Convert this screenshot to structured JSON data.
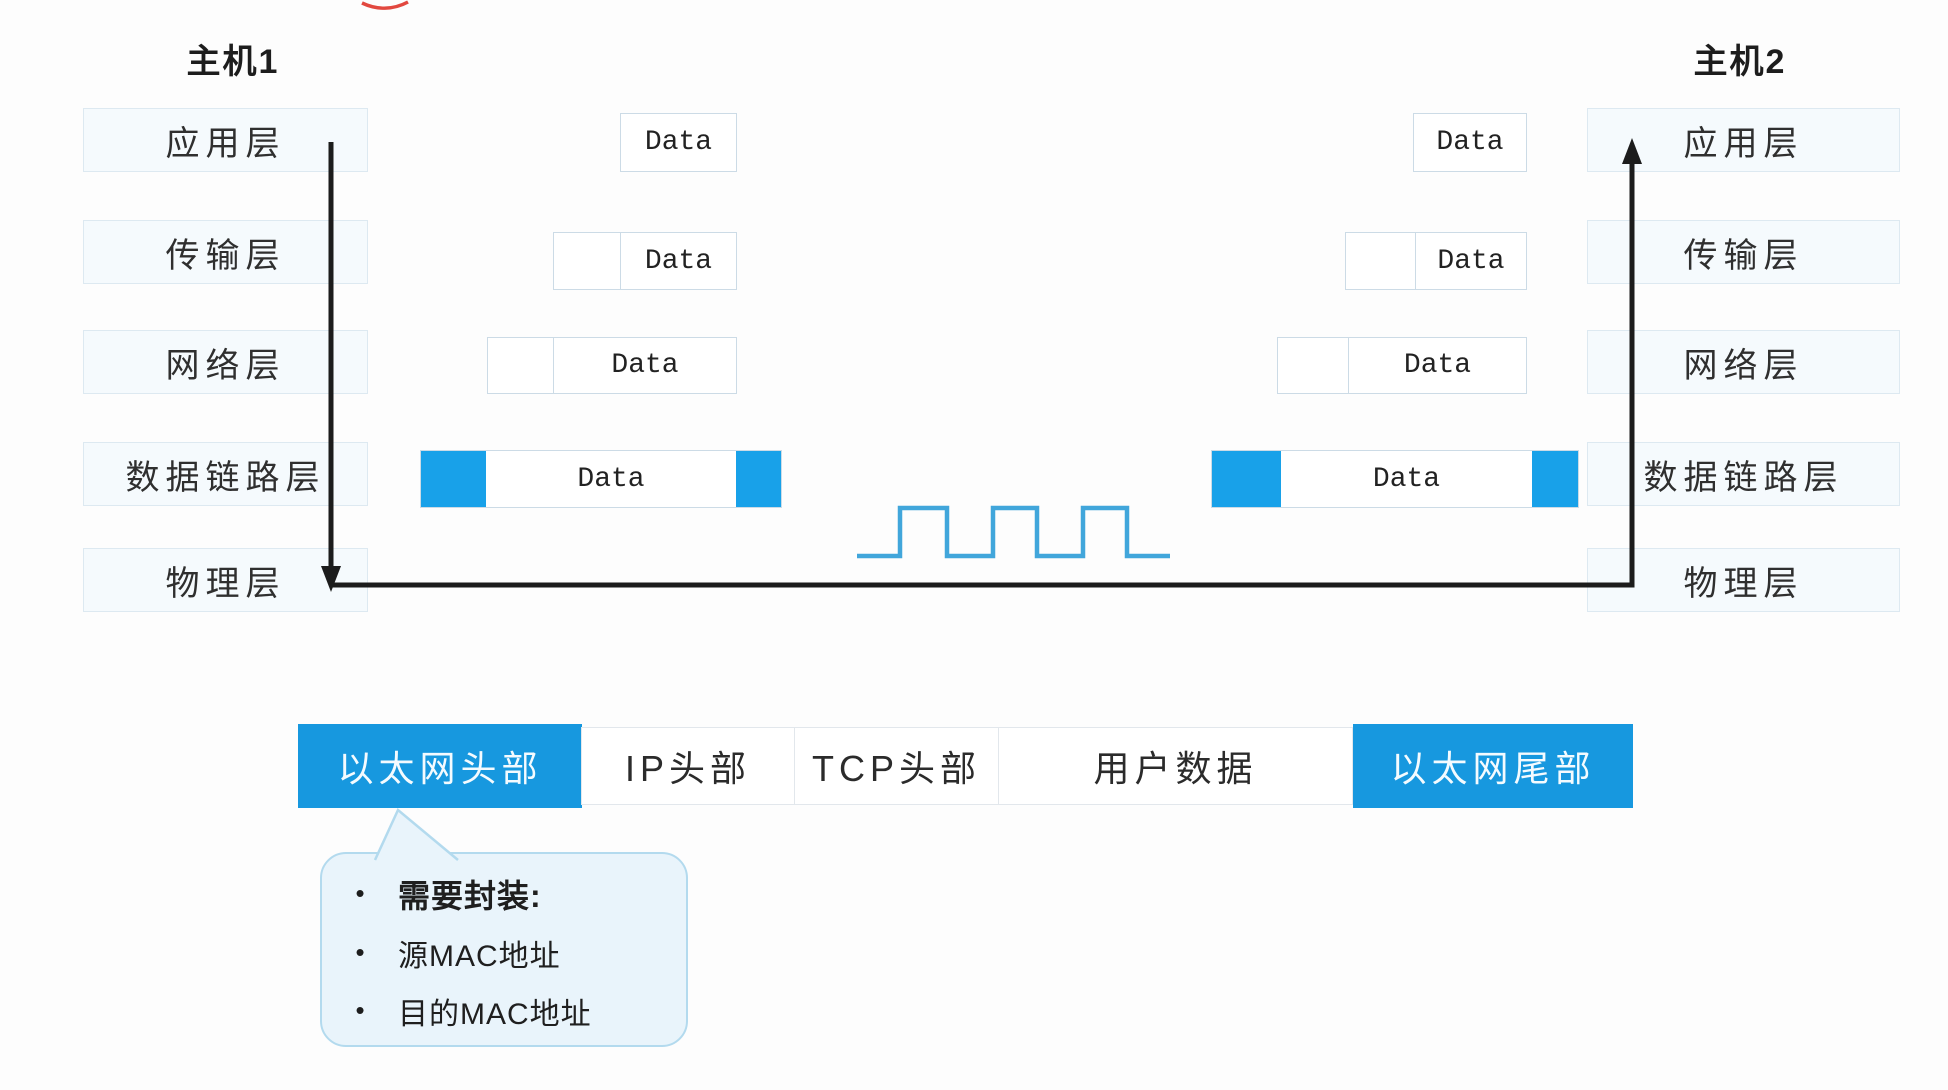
{
  "host1_title": "主机1",
  "host2_title": "主机2",
  "layers": [
    "应用层",
    "传输层",
    "网络层",
    "数据链路层",
    "物理层"
  ],
  "data_label": "Data",
  "frame": {
    "ethernet_header": "以太网头部",
    "ip_header": "IP头部",
    "tcp_header": "TCP头部",
    "user_data": "用户数据",
    "ethernet_trailer": "以太网尾部"
  },
  "callout": {
    "bullet": "•",
    "title": "需要封装:",
    "item1": "源MAC地址",
    "item2": "目的MAC地址"
  },
  "colors": {
    "frame_blue": "#1798df",
    "datalink_blue": "#18a1e9",
    "waveform_blue": "#41a6db",
    "arrow_black": "#1c1c1c",
    "layer_box_fill": "#f5fafd",
    "layer_box_border": "#dde9f1",
    "bubble_fill": "#e9f4fb",
    "bubble_border": "#b3daee",
    "red_mark": "#e2483f"
  }
}
